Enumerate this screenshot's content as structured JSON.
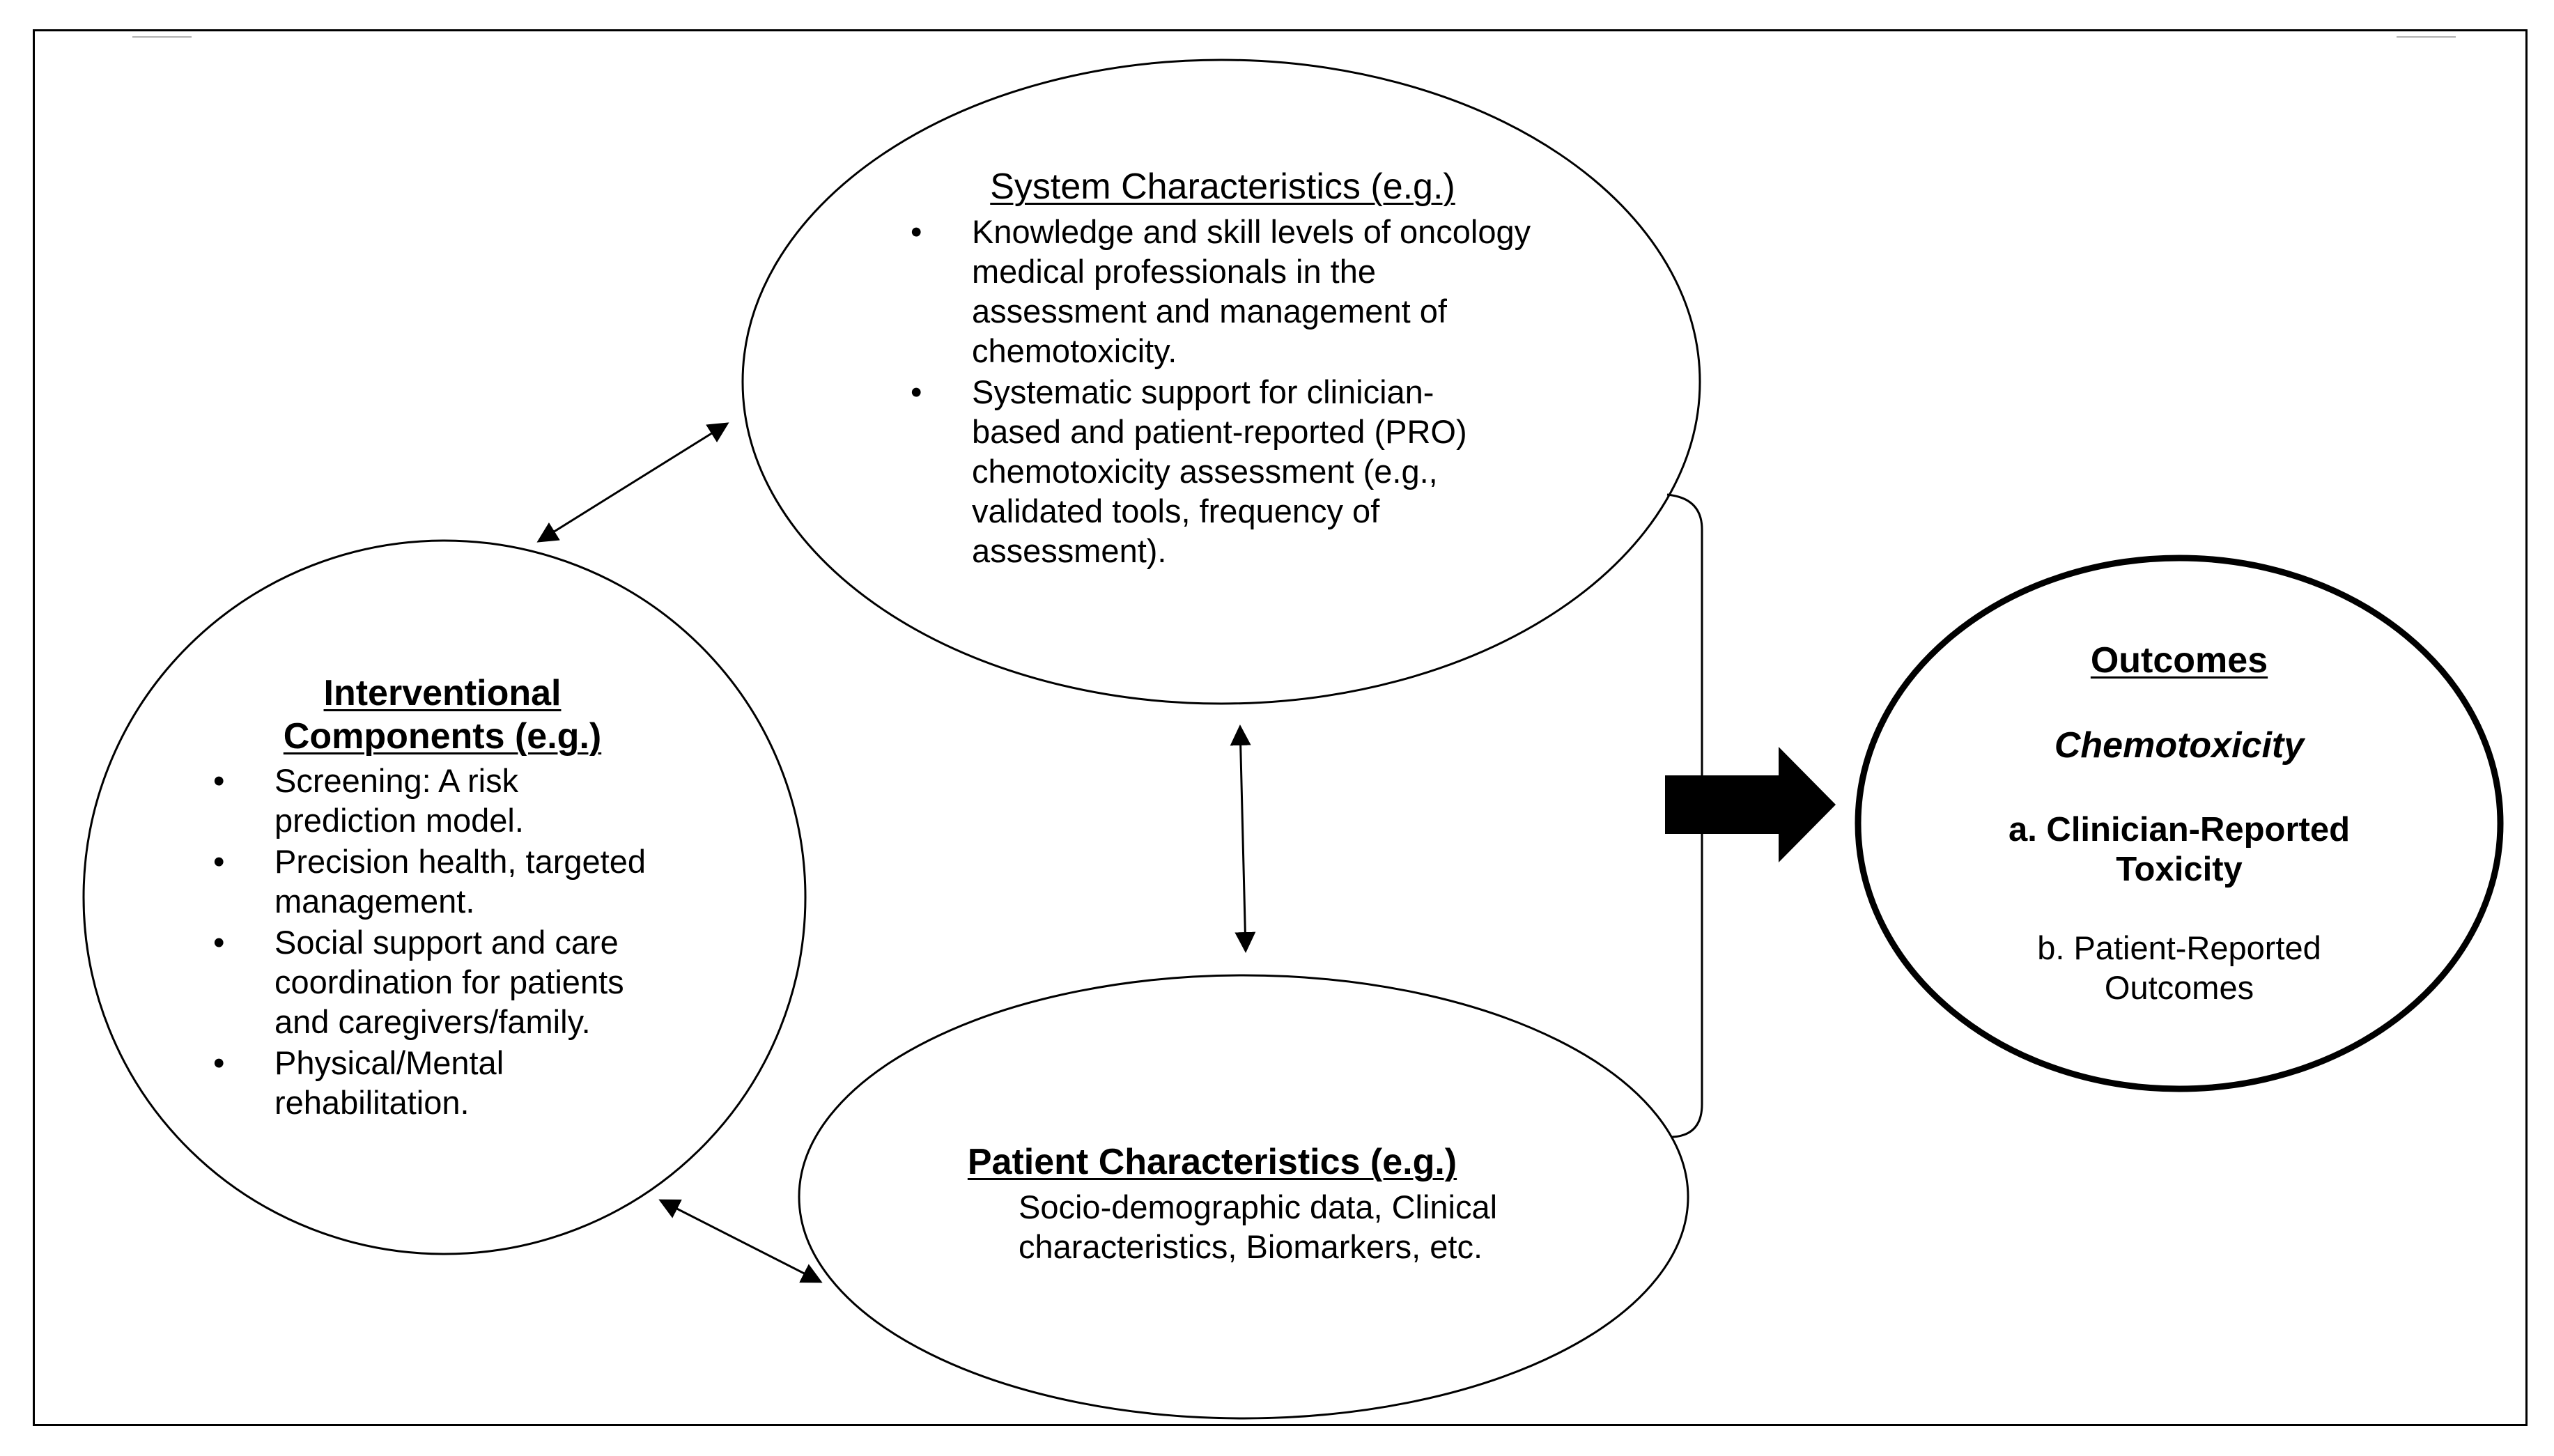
{
  "system": {
    "title": "System Characteristics (e.g.)",
    "items": [
      "Knowledge and skill levels of oncology medical professionals in the assessment and management of chemotoxicity.",
      "Systematic support for clinician-based and patient-reported (PRO) chemotoxicity assessment (e.g., validated tools, frequency of assessment)."
    ]
  },
  "interventional": {
    "title_line1": "Interventional",
    "title_line2": "Components (e.g.)",
    "items": [
      "Screening: A risk prediction model.",
      "Precision health, targeted management.",
      "Social support and care coordination for patients and caregivers/family.",
      "Physical/Mental rehabilitation."
    ]
  },
  "patient": {
    "title": "Patient Characteristics (e.g.)",
    "body": "Socio-demographic data, Clinical characteristics, Biomarkers, etc."
  },
  "outcomes": {
    "title": "Outcomes",
    "subtitle": "Chemotoxicity",
    "item_a": "a. Clinician-Reported Toxicity",
    "item_b": "b. Patient-Reported Outcomes"
  }
}
